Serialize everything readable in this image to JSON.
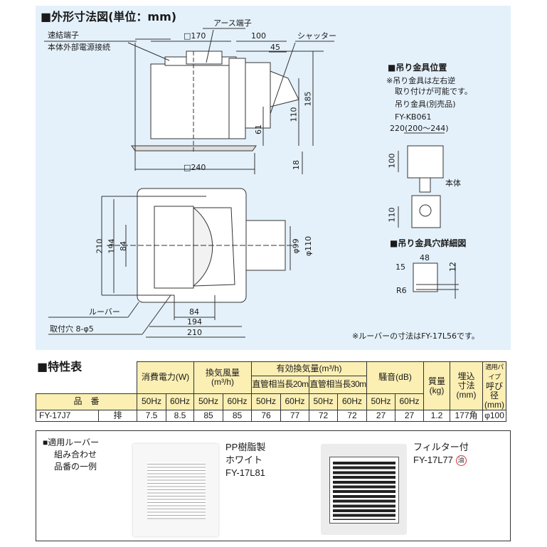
{
  "dimension_section": {
    "title": "■外形寸法図(単位：mm)",
    "labels": {
      "quick_terminal": "速結端子",
      "external_power": "本体外部電源接続",
      "earth_terminal": "アース端子",
      "shutter": "シャッター",
      "louver": "ルーバー",
      "mount_hole": "取付穴 8-φ5"
    },
    "dims": {
      "sq170": "□170",
      "d100": "100",
      "d45": "45",
      "d185": "185",
      "d110": "110",
      "d61": "61",
      "d18": "18",
      "sq240": "□240",
      "d210v": "210",
      "d194v": "194",
      "d84v": "84",
      "phi99": "φ99",
      "phi110": "φ110",
      "d84h": "84",
      "d194h": "194",
      "d210h": "210"
    },
    "note": "※ルーバーの寸法はFY-17L56です。"
  },
  "hanger_section": {
    "title": "■吊り金具位置",
    "note_line1": "※吊り金具は左右逆",
    "note_line2": "取り付けが可能です。",
    "option_label": "吊り金具(別売品)",
    "option_model": "FY-KB061",
    "option_size": "220(200〜244)",
    "d100": "100",
    "body_label": "本体",
    "d110": "110"
  },
  "hole_section": {
    "title": "■吊り金具穴詳細図",
    "d48": "48",
    "d15": "15",
    "d12": "12",
    "r6": "R6"
  },
  "spec_table": {
    "title": "■特性表",
    "headers": {
      "power": "消費電力(W)",
      "airflow_l1": "換気風量",
      "airflow_l2": "(m³/h)",
      "effective": "有効換気量(m³/h)",
      "eff20": "直管相当長20m",
      "eff30": "直管相当長30m",
      "noise": "騒音(dB)",
      "mass_l1": "質量",
      "mass_l2": "(kg)",
      "embed_l1": "埋込",
      "embed_l2": "寸法",
      "embed_l3": "(mm)",
      "pipe_l1": "適用パイプ",
      "pipe_l2": "呼び径",
      "pipe_l3": "(mm)",
      "model": "品　番",
      "hz": [
        "50Hz",
        "60Hz",
        "50Hz",
        "60Hz",
        "50Hz",
        "60Hz",
        "50Hz",
        "60Hz",
        "50Hz",
        "60Hz"
      ]
    },
    "row": {
      "model": "FY-17J7",
      "type": "排",
      "values": [
        "7.5",
        "8.5",
        "85",
        "85",
        "76",
        "77",
        "72",
        "72",
        "27",
        "27"
      ],
      "mass": "1.2",
      "embed": "177角",
      "pipe": "φ100"
    }
  },
  "louver_box": {
    "title_l1": "■適用ルーバー",
    "title_l2": "組み合わせ",
    "title_l3": "品番の一例",
    "item1": {
      "l1": "PP樹脂製",
      "l2": "ホワイト",
      "l3": "FY-17L81"
    },
    "item2": {
      "l1": "フィルター付",
      "l2": "FY-17L77",
      "badge": "油"
    }
  },
  "colors": {
    "panel": "#e4f1fb",
    "table_header": "#fbefb4",
    "badge": "#d9333a"
  }
}
